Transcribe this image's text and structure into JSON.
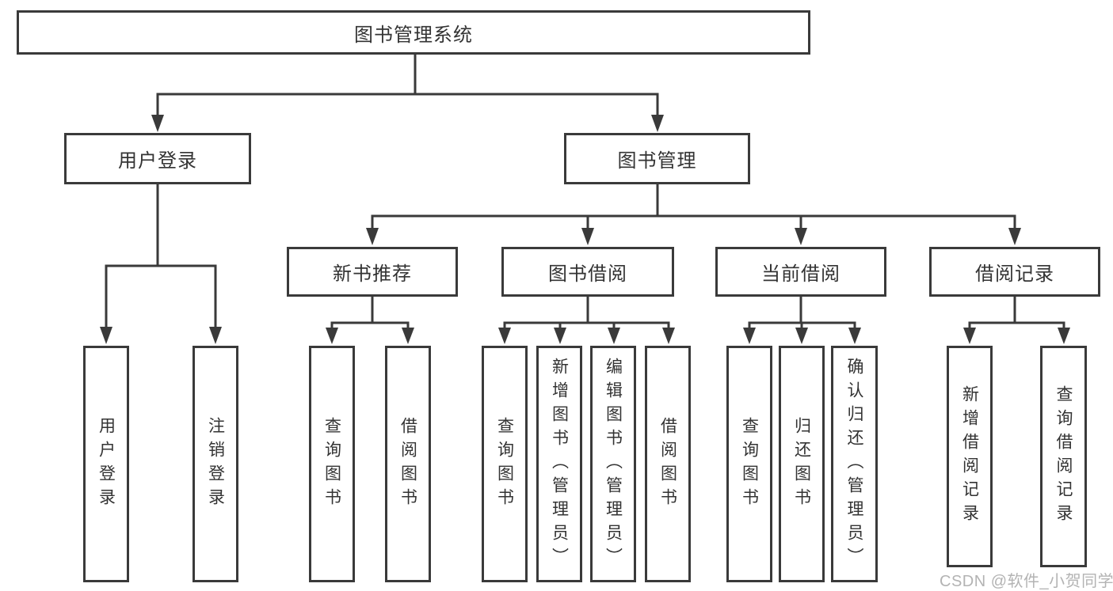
{
  "tree": {
    "root": "图书管理系统",
    "user_login": {
      "label": "用户登录",
      "children": [
        "用户登录",
        "注销登录"
      ]
    },
    "book_mgmt": {
      "label": "图书管理",
      "sections": [
        {
          "label": "新书推荐",
          "children": [
            "查询图书",
            "借阅图书"
          ]
        },
        {
          "label": "图书借阅",
          "children": [
            "查询图书",
            "新增图书（管理员）",
            "编辑图书（管理员）",
            "借阅图书"
          ]
        },
        {
          "label": "当前借阅",
          "children": [
            "查询图书",
            "归还图书",
            "确认归还（管理员）"
          ]
        },
        {
          "label": "借阅记录",
          "children": [
            "新增借阅记录",
            "查询借阅记录"
          ]
        }
      ]
    }
  },
  "watermark": "CSDN @软件_小贺同学",
  "colors": {
    "line": "#3a3a3a",
    "box_border": "#3a3a3a",
    "text": "#333333",
    "watermark": "#b3b3b3",
    "background": "#ffffff"
  }
}
